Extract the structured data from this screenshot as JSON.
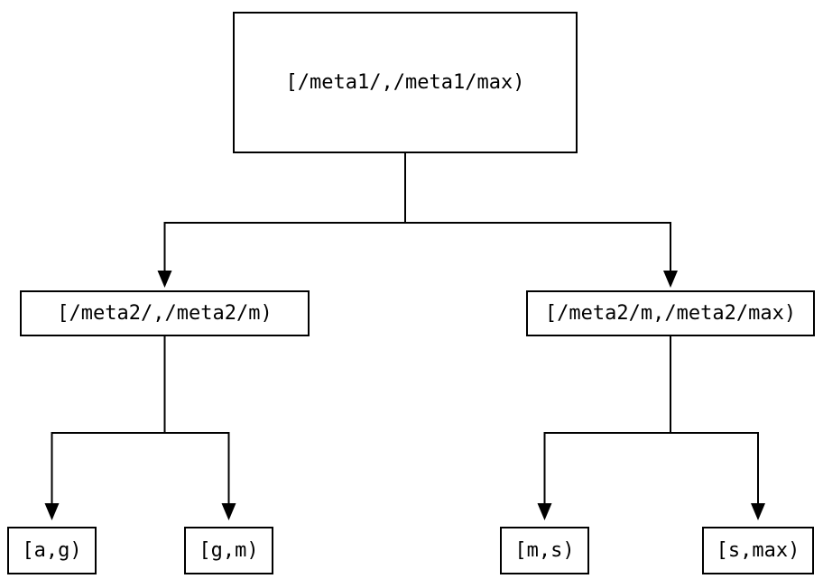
{
  "diagram": {
    "type": "tree",
    "colors": {
      "background": "#ffffff",
      "line": "#000000",
      "box_border": "#000000",
      "text": "#000000"
    },
    "root": {
      "label": "[/meta1/,/meta1/max)",
      "children": [
        {
          "label": "[/meta2/,/meta2/m)",
          "children": [
            {
              "label": "[a,g)"
            },
            {
              "label": "[g,m)"
            }
          ]
        },
        {
          "label": "[/meta2/m,/meta2/max)",
          "children": [
            {
              "label": "[m,s)"
            },
            {
              "label": "[s,max)"
            }
          ]
        }
      ]
    }
  }
}
